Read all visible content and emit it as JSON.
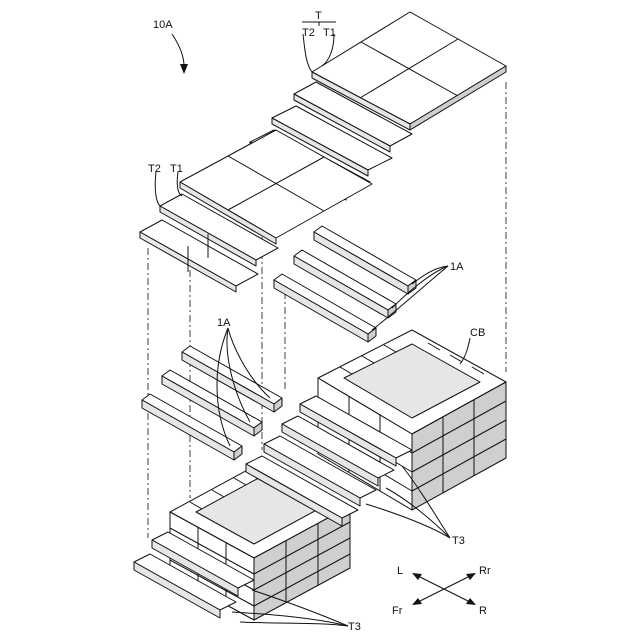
{
  "labels": {
    "assembly_ref": "10A",
    "tread_group": "T",
    "tread_upper": "T2",
    "tread_lower": "T1",
    "tread_upper_b": "T2",
    "tread_lower_b": "T1",
    "beam_ref_right": "1A",
    "beam_ref_left": "1A",
    "block_ref": "CB",
    "ledge_ref_right": "T3",
    "ledge_ref_bottom": "T3"
  },
  "directions": {
    "left": "L",
    "rear_right": "Rr",
    "front": "Fr",
    "right": "R"
  }
}
